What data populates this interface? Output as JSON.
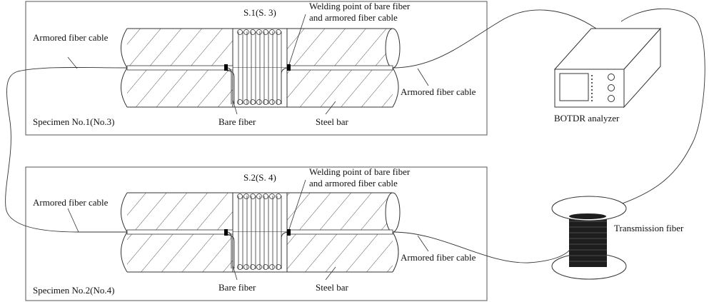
{
  "specimen1": {
    "label": "Specimen No.1(No.3)",
    "section_label": "S.1(S. 3)",
    "weld_label_1": "Welding point of bare fiber",
    "weld_label_2": "and armored fiber cable",
    "left_cable_label": "Armored fiber cable",
    "right_cable_label": "Armored fiber cable",
    "bare_fiber_label": "Bare fiber",
    "steel_bar_label": "Steel bar"
  },
  "specimen2": {
    "label": "Specimen No.2(No.4)",
    "section_label": "S.2(S. 4)",
    "weld_label_1": "Welding point of bare fiber",
    "weld_label_2": "and armored fiber cable",
    "left_cable_label": "Armored fiber cable",
    "right_cable_label": "Armored fiber cable",
    "bare_fiber_label": "Bare fiber",
    "steel_bar_label": "Steel bar"
  },
  "analyzer": {
    "label": "BOTDR analyzer"
  },
  "spool": {
    "label": "Transmission fiber"
  }
}
